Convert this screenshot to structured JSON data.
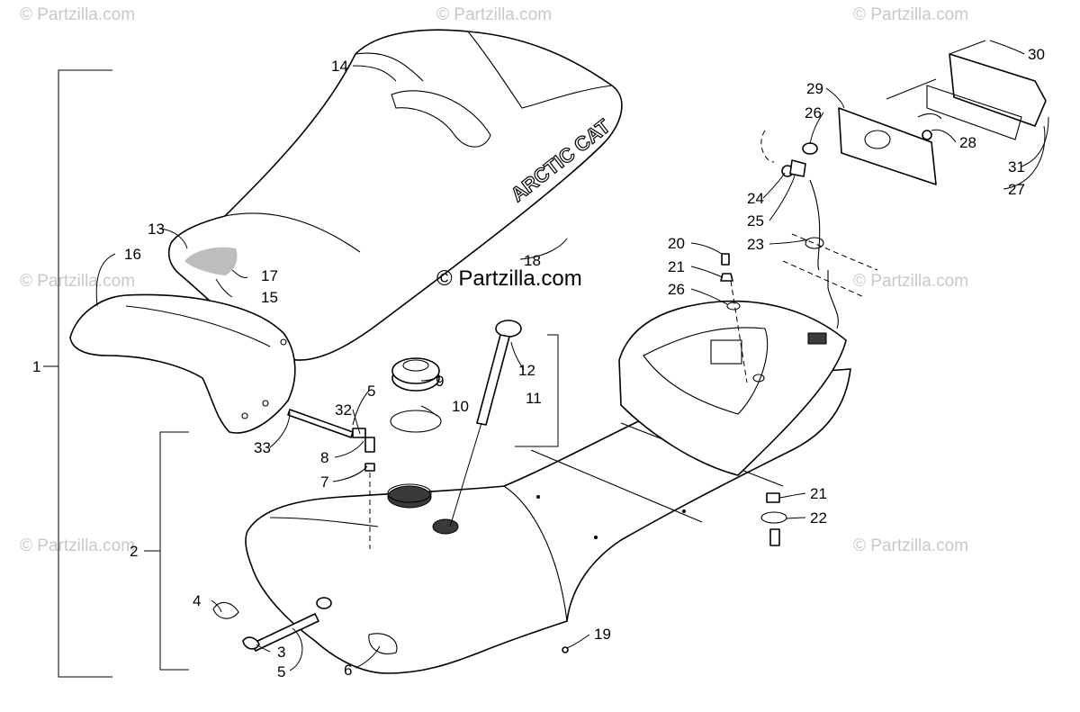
{
  "watermark_text": "© Partzilla.com",
  "center_watermark": "© Partzilla.com",
  "seat_brand": "ARCTIC CAT",
  "callouts": {
    "c1": "1",
    "c2": "2",
    "c3": "3",
    "c4": "4",
    "c5a": "5",
    "c5b": "5",
    "c6": "6",
    "c7": "7",
    "c8": "8",
    "c9": "9",
    "c10": "10",
    "c11": "11",
    "c12": "12",
    "c13": "13",
    "c14": "14",
    "c15": "15",
    "c16": "16",
    "c17": "17",
    "c18": "18",
    "c19": "19",
    "c20": "20",
    "c21a": "21",
    "c21b": "21",
    "c22": "22",
    "c23": "23",
    "c24": "24",
    "c25": "25",
    "c26a": "26",
    "c26b": "26",
    "c27": "27",
    "c28": "28",
    "c29": "29",
    "c30": "30",
    "c31": "31",
    "c32": "32",
    "c33": "33"
  }
}
